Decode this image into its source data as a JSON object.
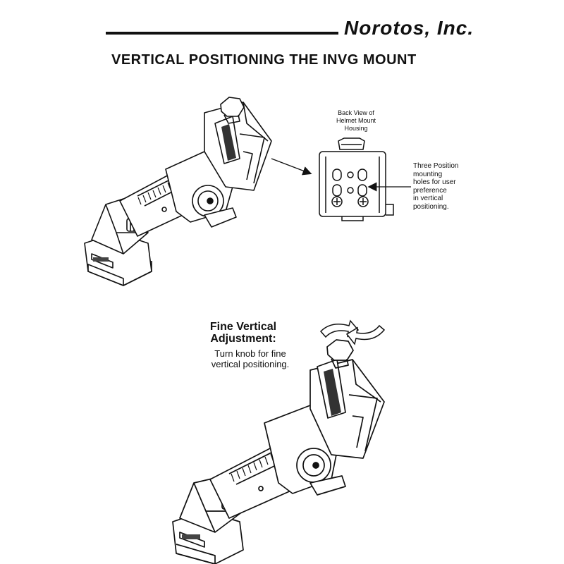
{
  "header": {
    "brand": "Norotos, Inc.",
    "title": "VERTICAL POSITIONING THE INVG MOUNT"
  },
  "back_view": {
    "caption_lines": [
      "Back View of",
      "Helmet Mount",
      "Housing"
    ]
  },
  "holes_callout": {
    "lines": [
      "Three Position",
      "mounting",
      "holes for user",
      "preference",
      "in vertical",
      "positioning."
    ]
  },
  "fine_adjust": {
    "title_lines": [
      "Fine Vertical",
      "Adjustment:"
    ],
    "text_lines": [
      "Turn knob for fine",
      "vertical positioning."
    ]
  }
}
